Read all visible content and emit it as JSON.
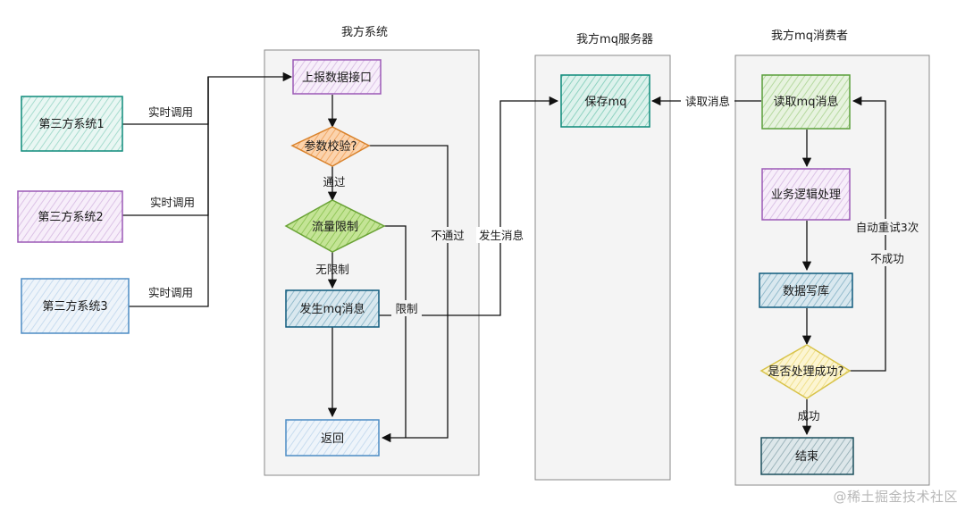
{
  "lanes": [
    {
      "id": "our-system",
      "title": "我方系统"
    },
    {
      "id": "mq-server",
      "title": "我方mq服务器"
    },
    {
      "id": "mq-consumer",
      "title": "我方mq消费者"
    }
  ],
  "nodes": [
    {
      "id": "tp1",
      "label": "第三方系统1",
      "shape": "rect",
      "color": "#0d8a7a",
      "fill": "#dff3ee"
    },
    {
      "id": "tp2",
      "label": "第三方系统2",
      "shape": "rect",
      "color": "#9b59b6",
      "fill": "#f1e4f6"
    },
    {
      "id": "tp3",
      "label": "第三方系统3",
      "shape": "rect",
      "color": "#4d8cc4",
      "fill": "#e3eef8"
    },
    {
      "id": "report",
      "label": "上报数据接口",
      "shape": "rect",
      "color": "#9b59b6",
      "fill": "#f1e4f6"
    },
    {
      "id": "validate",
      "label": "参数校验?",
      "shape": "diamond",
      "color": "#d9822b",
      "fill": "#f9c89a"
    },
    {
      "id": "limit",
      "label": "流量限制",
      "shape": "diamond",
      "color": "#6aa336",
      "fill": "#b6de82"
    },
    {
      "id": "send",
      "label": "发生mq消息",
      "shape": "rect",
      "color": "#0e5a7d",
      "fill": "#cfe3ec"
    },
    {
      "id": "ret",
      "label": "返回",
      "shape": "rect",
      "color": "#4d8cc4",
      "fill": "#e3eef8"
    },
    {
      "id": "save",
      "label": "保存mq",
      "shape": "rect",
      "color": "#0d8a7a",
      "fill": "#cfeee6"
    },
    {
      "id": "read",
      "label": "读取mq消息",
      "shape": "rect",
      "color": "#5a9e3a",
      "fill": "#dceed2"
    },
    {
      "id": "logic",
      "label": "业务逻辑处理",
      "shape": "rect",
      "color": "#9b59b6",
      "fill": "#f1e4f6"
    },
    {
      "id": "db",
      "label": "数据写库",
      "shape": "rect",
      "color": "#0e5a7d",
      "fill": "#cfe3ec"
    },
    {
      "id": "ok",
      "label": "是否处理成功?",
      "shape": "diamond",
      "color": "#d8c34a",
      "fill": "#fbf3c4"
    },
    {
      "id": "end",
      "label": "结束",
      "shape": "rect",
      "color": "#1b4f5c",
      "fill": "#cfdde1"
    }
  ],
  "edge_labels": {
    "call1": "实时调用",
    "call2": "实时调用",
    "call3": "实时调用",
    "pass": "通过",
    "no_limit": "无限制",
    "not_pass": "不通过",
    "send_msg": "发生消息",
    "limited": "限制",
    "read_msg": "读取消息",
    "retry": "自动重试3次",
    "fail": "不成功",
    "success": "成功"
  },
  "watermark": "@稀土掘金技术社区"
}
